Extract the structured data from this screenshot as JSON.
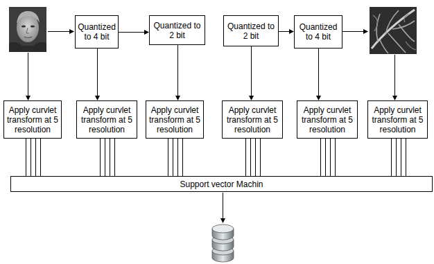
{
  "diagram": {
    "nodes": [
      {
        "text": [
          "Quantized to 4 bit"
        ]
      },
      {
        "text": [
          "Quantized to 2 bit"
        ]
      },
      {
        "text": [
          "Quantized to 2 bit"
        ]
      },
      {
        "text": [
          "Quantized to 4 bit"
        ]
      },
      {
        "text": [
          "Apply curvlet transform at 5 resolution"
        ]
      },
      {
        "text": [
          "Apply curvlet transform at 5 resolution"
        ]
      },
      {
        "text": [
          "Apply curvlet transform at 5 resolution"
        ]
      },
      {
        "text": [
          "Apply curvlet transform at 5 resolution"
        ]
      },
      {
        "text": [
          "Apply curvlet transform at 5 resolution"
        ]
      },
      {
        "text": [
          "Apply curvlet transform at 5 resolution"
        ]
      },
      {
        "text": [
          "Support vector Machin"
        ]
      }
    ],
    "edges": [
      {
        "from": 0,
        "to": 1,
        "arrow": "to"
      },
      {
        "from": 2,
        "to": 3,
        "arrow": "to"
      },
      {
        "from": 0,
        "to": 5,
        "arrow": "to"
      },
      {
        "from": 1,
        "to": 6,
        "arrow": "to"
      },
      {
        "from": 2,
        "to": 7,
        "arrow": "to"
      },
      {
        "from": 3,
        "to": 8,
        "arrow": "to"
      },
      {
        "from": 4,
        "to": 10,
        "arrow": "none"
      },
      {
        "from": 5,
        "to": 10,
        "arrow": "none"
      },
      {
        "from": 6,
        "to": 10,
        "arrow": "none"
      },
      {
        "from": 7,
        "to": 10,
        "arrow": "none"
      },
      {
        "from": 8,
        "to": 10,
        "arrow": "none"
      },
      {
        "from": 9,
        "to": 10,
        "arrow": "none"
      }
    ]
  }
}
